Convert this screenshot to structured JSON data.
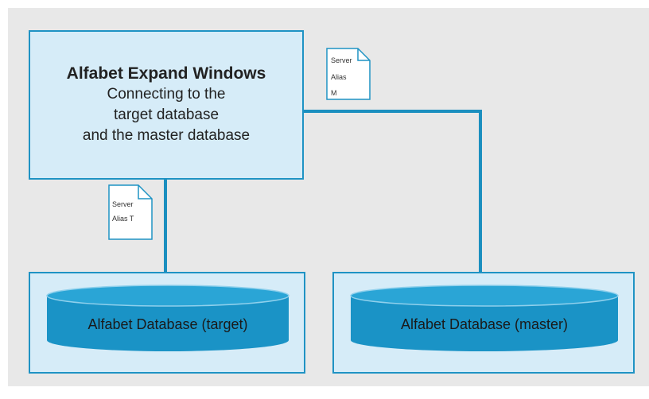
{
  "application": {
    "title": "Alfabet Expand Windows",
    "description_lines": [
      "Connecting to the",
      "target database",
      "and the master database"
    ]
  },
  "server_alias_docs": {
    "master": {
      "lines": [
        "Server",
        "Alias",
        "M"
      ]
    },
    "target": {
      "lines": [
        "Server",
        "Alias T"
      ]
    }
  },
  "databases": {
    "target": {
      "label": "Alfabet Database (target)"
    },
    "master": {
      "label": "Alfabet Database (master)"
    }
  },
  "colors": {
    "background": "#e8e8e8",
    "box_fill": "#d6ecf8",
    "box_border": "#1f93c4",
    "connector": "#1b8fbf",
    "cylinder_fill": "#1a93c6",
    "cylinder_top": "#2aa5d6",
    "cylinder_edge": "#8fd0ec"
  }
}
